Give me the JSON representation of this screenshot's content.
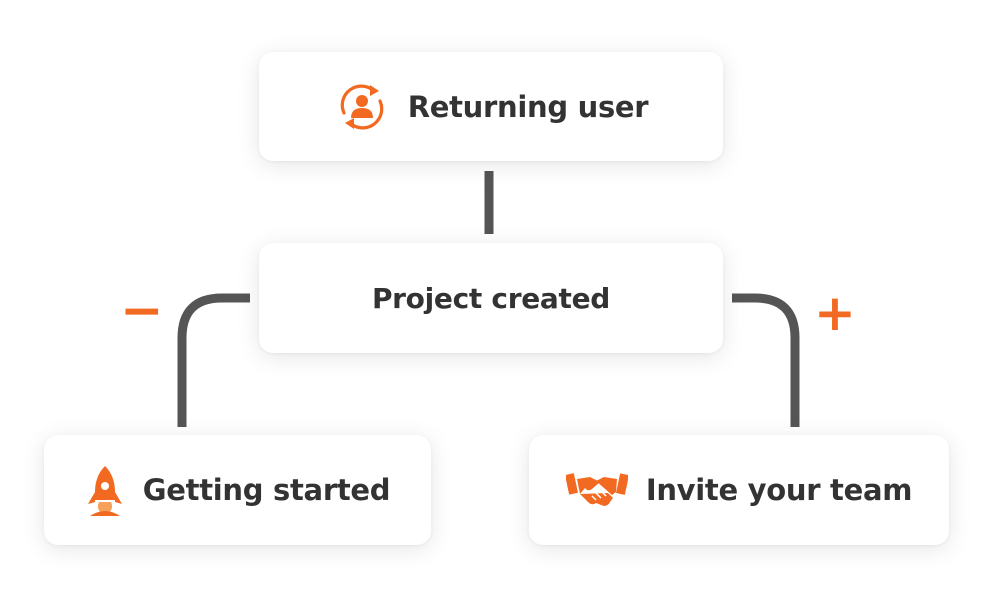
{
  "diagram": {
    "nodes": {
      "returning_user": {
        "label": "Returning user",
        "icon": "returning-user-icon"
      },
      "project_created": {
        "label": "Project created"
      },
      "getting_started": {
        "label": "Getting started",
        "icon": "rocket-icon"
      },
      "invite_team": {
        "label": "Invite your team",
        "icon": "handshake-icon"
      }
    },
    "branches": {
      "negative": {
        "sign": "−"
      },
      "positive": {
        "sign": "+"
      }
    }
  },
  "colors": {
    "accent": "#f26a21",
    "text": "#333333",
    "connector": "#555555"
  }
}
